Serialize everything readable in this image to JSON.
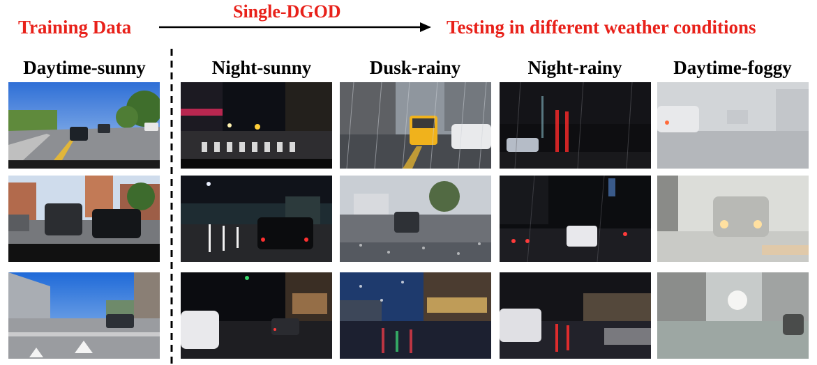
{
  "header": {
    "training_label": "Training Data",
    "method_label": "Single-DGOD",
    "testing_label": "Testing in different weather conditions",
    "accent_color": "#e8211a"
  },
  "columns": [
    {
      "label": "Daytime-sunny",
      "group": "training"
    },
    {
      "label": "Night-sunny",
      "group": "testing"
    },
    {
      "label": "Dusk-rainy",
      "group": "testing"
    },
    {
      "label": "Night-rainy",
      "group": "testing"
    },
    {
      "label": "Daytime-foggy",
      "group": "testing"
    }
  ]
}
